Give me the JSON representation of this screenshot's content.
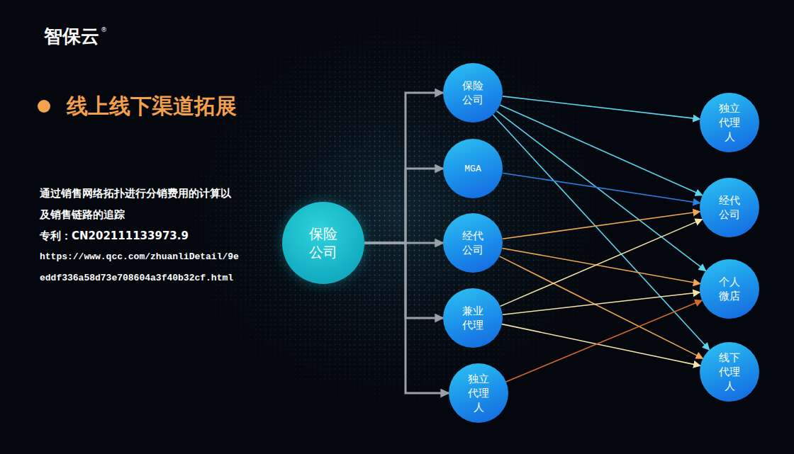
{
  "diagram": {
    "title": "线上线下渠道拓展",
    "nodes": [
      {
        "text": [
          "保险公司"
        ]
      },
      {
        "text": [
          "保险公司"
        ]
      },
      {
        "text": [
          "MGA"
        ]
      },
      {
        "text": [
          "经代公司"
        ]
      },
      {
        "text": [
          "兼业代理"
        ]
      },
      {
        "text": [
          "独立代理人"
        ]
      },
      {
        "text": [
          "独立代理人"
        ]
      },
      {
        "text": [
          "经代公司"
        ]
      },
      {
        "text": [
          "个人微店"
        ]
      },
      {
        "text": [
          "线下代理人"
        ]
      }
    ],
    "edges": [
      {
        "from": 0,
        "to": 1,
        "arrow": "to"
      },
      {
        "from": 0,
        "to": 2,
        "arrow": "to"
      },
      {
        "from": 0,
        "to": 3,
        "arrow": "to"
      },
      {
        "from": 0,
        "to": 4,
        "arrow": "to"
      },
      {
        "from": 0,
        "to": 5,
        "arrow": "to"
      },
      {
        "from": 1,
        "to": 6,
        "arrow": "to"
      },
      {
        "from": 1,
        "to": 7,
        "arrow": "to"
      },
      {
        "from": 1,
        "to": 8,
        "arrow": "to"
      },
      {
        "from": 1,
        "to": 9,
        "arrow": "to"
      },
      {
        "from": 2,
        "to": 7,
        "arrow": "to"
      },
      {
        "from": 3,
        "to": 7,
        "arrow": "to"
      },
      {
        "from": 3,
        "to": 8,
        "arrow": "to"
      },
      {
        "from": 3,
        "to": 9,
        "arrow": "to"
      },
      {
        "from": 4,
        "to": 7,
        "arrow": "to"
      },
      {
        "from": 4,
        "to": 8,
        "arrow": "to"
      },
      {
        "from": 4,
        "to": 9,
        "arrow": "to"
      },
      {
        "from": 5,
        "to": 8,
        "arrow": "to"
      }
    ],
    "labels": [
      "智保云",
      "®",
      "通过销售网络拓扑进行分销费用的计算以及销售链路的追踪",
      "专利：CN202111133973.9",
      "https://www.qcc.com/zhuanliDetail/9eeddf336a58d73e708604a3f40b32cf.html"
    ]
  }
}
